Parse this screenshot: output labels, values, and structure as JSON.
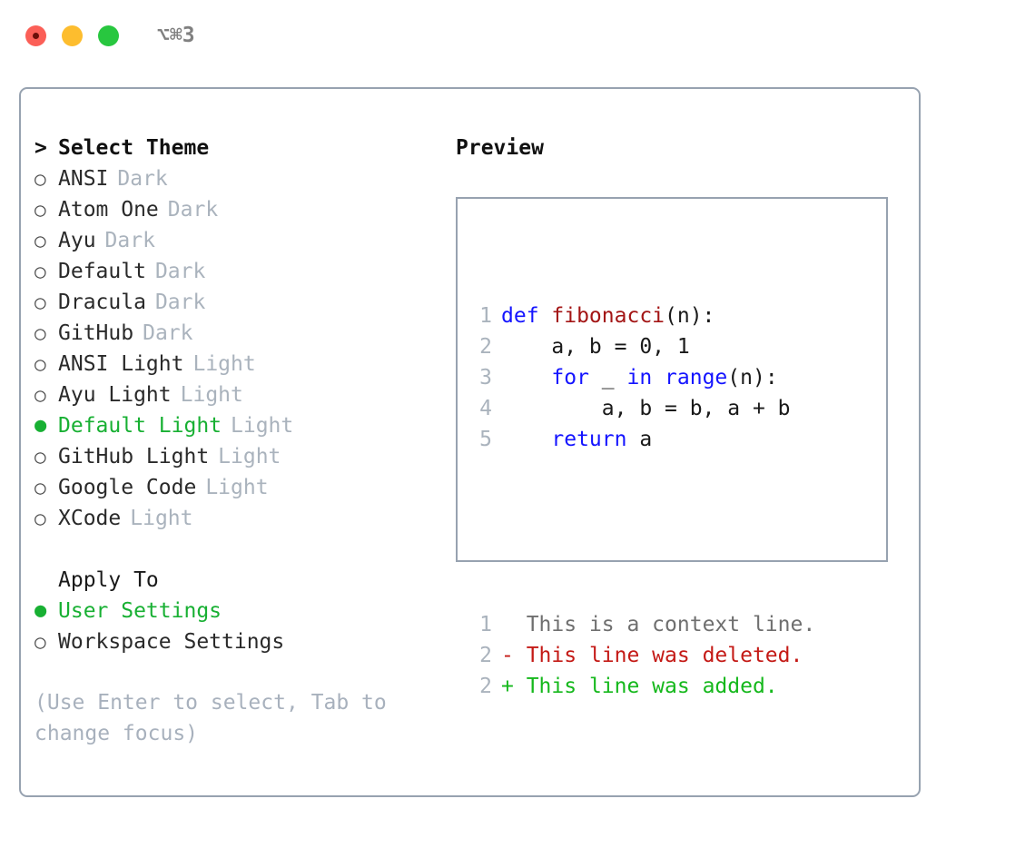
{
  "titlebar": {
    "shortcut": "⌥⌘3",
    "lights": [
      {
        "name": "close",
        "color": "#fb5f57"
      },
      {
        "name": "minimize",
        "color": "#fdbd2e"
      },
      {
        "name": "maximize",
        "color": "#28c73f"
      }
    ]
  },
  "theme_panel": {
    "caret": ">",
    "heading": "Select Theme",
    "bullet_unselected": "○",
    "bullet_selected": "●",
    "items": [
      {
        "label": "ANSI",
        "tag": "Dark",
        "selected": false
      },
      {
        "label": "Atom One",
        "tag": "Dark",
        "selected": false
      },
      {
        "label": "Ayu",
        "tag": "Dark",
        "selected": false
      },
      {
        "label": "Default",
        "tag": "Dark",
        "selected": false
      },
      {
        "label": "Dracula",
        "tag": "Dark",
        "selected": false
      },
      {
        "label": "GitHub",
        "tag": "Dark",
        "selected": false
      },
      {
        "label": "ANSI Light",
        "tag": "Light",
        "selected": false
      },
      {
        "label": "Ayu Light",
        "tag": "Light",
        "selected": false
      },
      {
        "label": "Default Light",
        "tag": "Light",
        "selected": true
      },
      {
        "label": "GitHub Light",
        "tag": "Light",
        "selected": false
      },
      {
        "label": "Google Code",
        "tag": "Light",
        "selected": false
      },
      {
        "label": "XCode",
        "tag": "Light",
        "selected": false
      }
    ]
  },
  "apply_to": {
    "heading": "Apply To",
    "options": [
      {
        "label": "User Settings",
        "selected": true
      },
      {
        "label": "Workspace Settings",
        "selected": false
      }
    ]
  },
  "hint": "(Use Enter to select, Tab to change focus)",
  "preview": {
    "title": "Preview",
    "code_lines": [
      {
        "num": "1",
        "tokens": [
          {
            "text": "def ",
            "kind": "kw"
          },
          {
            "text": "fibonacci",
            "kind": "fn"
          },
          {
            "text": "(n):",
            "kind": "plain"
          }
        ]
      },
      {
        "num": "2",
        "tokens": [
          {
            "text": "    a, b = 0, 1",
            "kind": "plain"
          }
        ]
      },
      {
        "num": "3",
        "tokens": [
          {
            "text": "    ",
            "kind": "plain"
          },
          {
            "text": "for",
            "kind": "kw"
          },
          {
            "text": " _ ",
            "kind": "plain"
          },
          {
            "text": "in",
            "kind": "kw"
          },
          {
            "text": " ",
            "kind": "plain"
          },
          {
            "text": "range",
            "kind": "kw"
          },
          {
            "text": "(n):",
            "kind": "plain"
          }
        ]
      },
      {
        "num": "4",
        "tokens": [
          {
            "text": "        a, b = b, a + b",
            "kind": "plain"
          }
        ]
      },
      {
        "num": "5",
        "tokens": [
          {
            "text": "    ",
            "kind": "plain"
          },
          {
            "text": "return",
            "kind": "kw"
          },
          {
            "text": " a",
            "kind": "plain"
          }
        ]
      }
    ],
    "diff_lines": [
      {
        "num": "1",
        "marker": " ",
        "text": " This is a context line.",
        "kind": "ctx"
      },
      {
        "num": "2",
        "marker": "-",
        "text": " This line was deleted.",
        "kind": "del"
      },
      {
        "num": "2",
        "marker": "+",
        "text": " This line was added.",
        "kind": "add"
      }
    ]
  },
  "colors": {
    "border": "#97a2b0",
    "selected_green": "#18b033",
    "muted": "#aab3bd",
    "keyword_blue": "#1414ff",
    "function_red": "#a31515",
    "diff_delete": "#c41a16",
    "diff_add": "#15b81c"
  }
}
